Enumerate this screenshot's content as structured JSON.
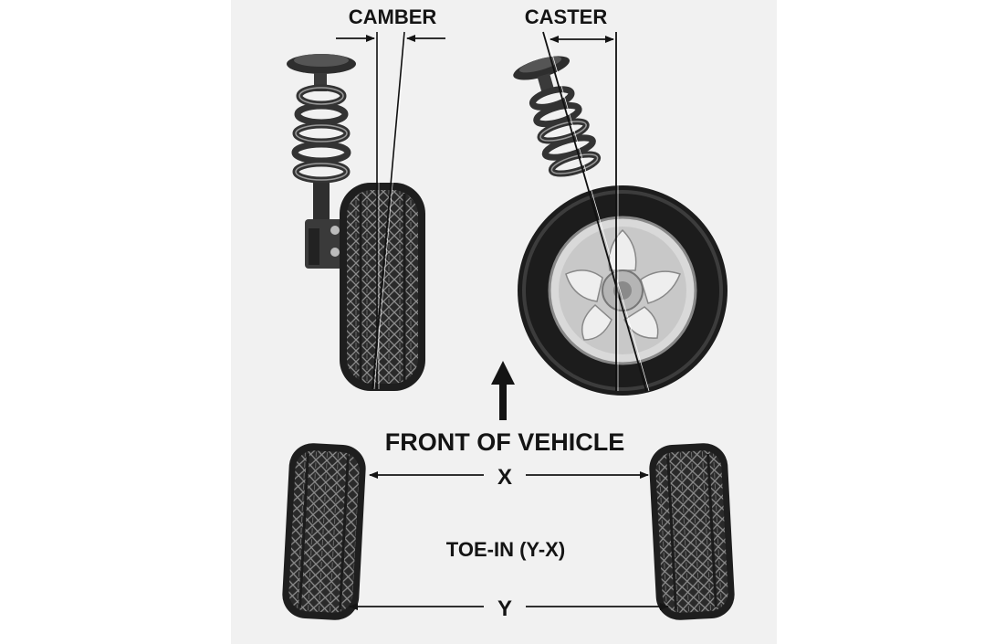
{
  "labels": {
    "camber": "CAMBER",
    "caster": "CASTER",
    "front": "FRONT OF VEHICLE",
    "x": "X",
    "y": "Y",
    "toe": "TOE-IN (Y-X)"
  },
  "colors": {
    "background": "#ffffff",
    "panel": "#f1f1f1",
    "ink": "#141414",
    "tire": "#2a2a2a",
    "tread_light": "#9a9a9a",
    "rim": "#d9d9d9"
  }
}
